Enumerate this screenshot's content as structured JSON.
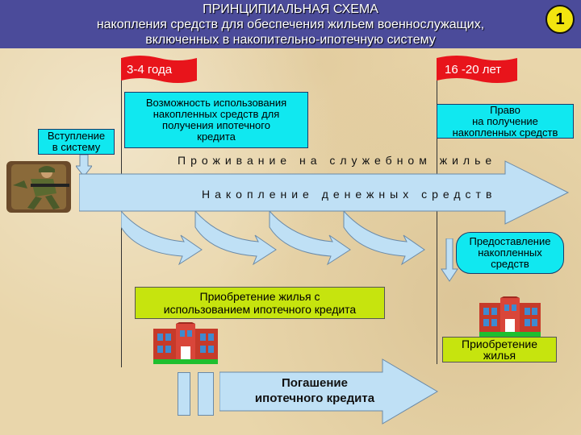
{
  "header": {
    "line1": "ПРИНЦИПИАЛЬНАЯ СХЕМА",
    "line2": "накопления средств для обеспечения жильем военнослужащих,",
    "line3": "включенных в накопительно-ипотечную систему",
    "badge": "1"
  },
  "milestones": {
    "left_flag": "3-4 года",
    "right_flag": "16 -20 лет"
  },
  "boxes": {
    "entry": [
      "Вступление",
      "в систему"
    ],
    "mortgage_option": [
      "Возможность использования",
      "накопленных средств для",
      "получения ипотечного",
      "кредита"
    ],
    "right_to_receive": [
      "Право",
      "на получение",
      "накопленных средств"
    ],
    "provision": [
      "Предоставление",
      "накопленных",
      "средств"
    ],
    "purchase_mortgage": [
      "Приобретение жилья с",
      "использованием ипотечного кредита"
    ],
    "purchase_housing": [
      "Приобретение",
      "жилья"
    ]
  },
  "arrows": {
    "living": "Проживание на служебном жилье",
    "accumulation": "Накопление денежных средств",
    "repayment": [
      "Погашение",
      "ипотечного кредита"
    ]
  },
  "colors": {
    "header_bg": "#4b4b9a",
    "flag": "#e8141b",
    "cyan": "#10e8f0",
    "green": "#c6e40e",
    "arrow_fill": "#bfe0f5"
  }
}
